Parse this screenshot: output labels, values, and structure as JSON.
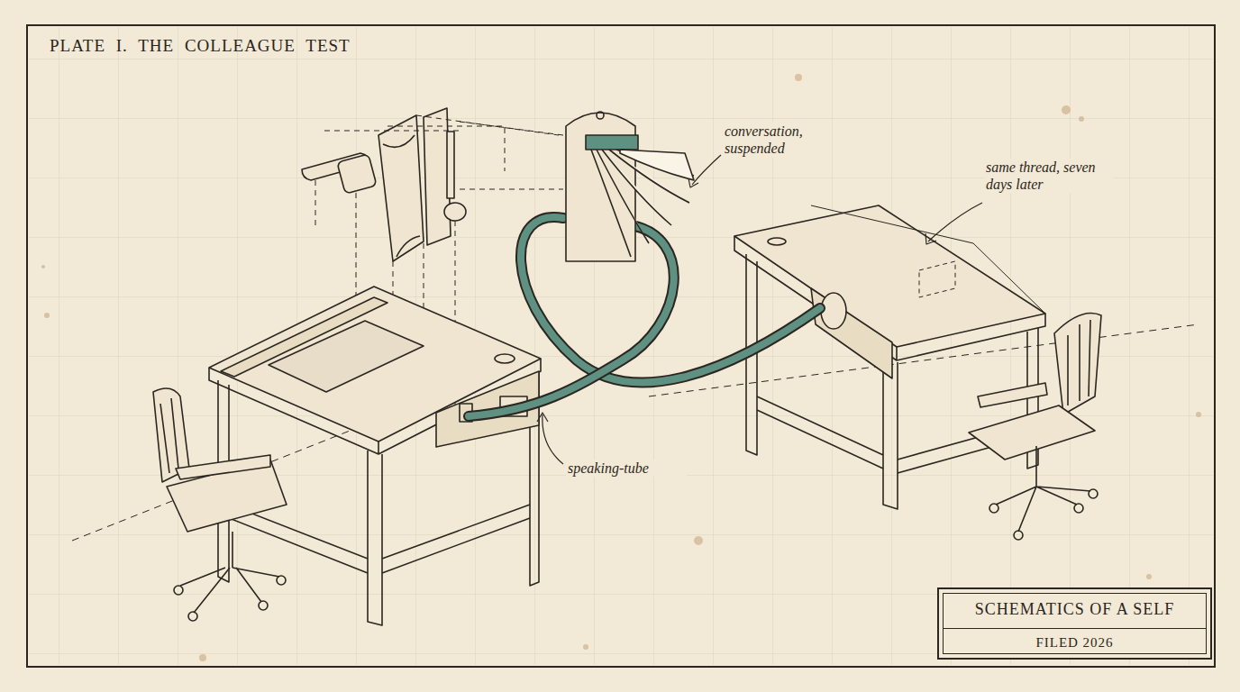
{
  "diagram": {
    "title": "PLATE I. THE COLLEAGUE TEST",
    "nodes": [
      {
        "text": [
          "SCHEMATICS OF A SELF",
          "FILED 2026"
        ]
      }
    ],
    "labels": [
      "conversation, suspended",
      "same thread, seven days later",
      "speaking-tube"
    ]
  }
}
